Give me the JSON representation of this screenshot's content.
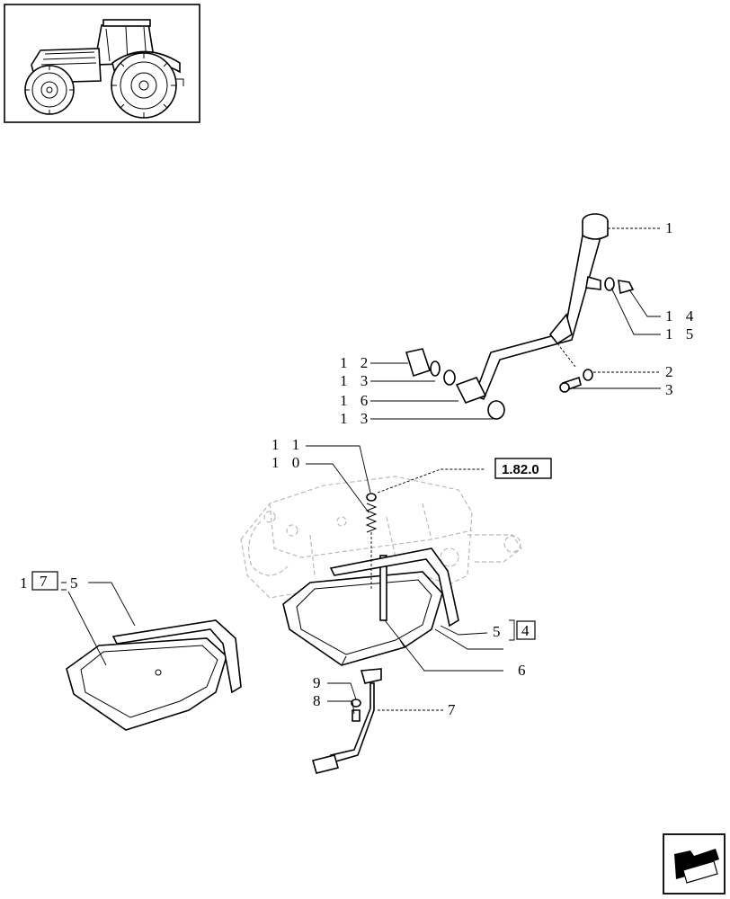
{
  "thumbnail": {
    "subject": "tractor",
    "icon": "tractor-icon"
  },
  "callouts": [
    {
      "id": "c1",
      "text": "1"
    },
    {
      "id": "c14",
      "text": "1 4"
    },
    {
      "id": "c15",
      "text": "1 5"
    },
    {
      "id": "c2",
      "text": "2"
    },
    {
      "id": "c3",
      "text": "3"
    },
    {
      "id": "c12",
      "text": "1 2"
    },
    {
      "id": "c13a",
      "text": "1 3"
    },
    {
      "id": "c16",
      "text": "1 6"
    },
    {
      "id": "c13b",
      "text": "1 3"
    },
    {
      "id": "c11",
      "text": "1 1"
    },
    {
      "id": "c10",
      "text": "1 0"
    },
    {
      "id": "c9",
      "text": "9"
    },
    {
      "id": "c8",
      "text": "8"
    },
    {
      "id": "c7",
      "text": "7"
    },
    {
      "id": "c6",
      "text": "6"
    },
    {
      "id": "c5",
      "text": "5"
    },
    {
      "id": "c1b",
      "text": "1"
    },
    {
      "id": "c5b",
      "text": "5"
    }
  ],
  "boxed_refs": {
    "section_ref": "1.82.0",
    "ref_4": "4",
    "ref_7": "7"
  },
  "navigation": {
    "next_page_icon": "next-page-arrow-icon"
  }
}
